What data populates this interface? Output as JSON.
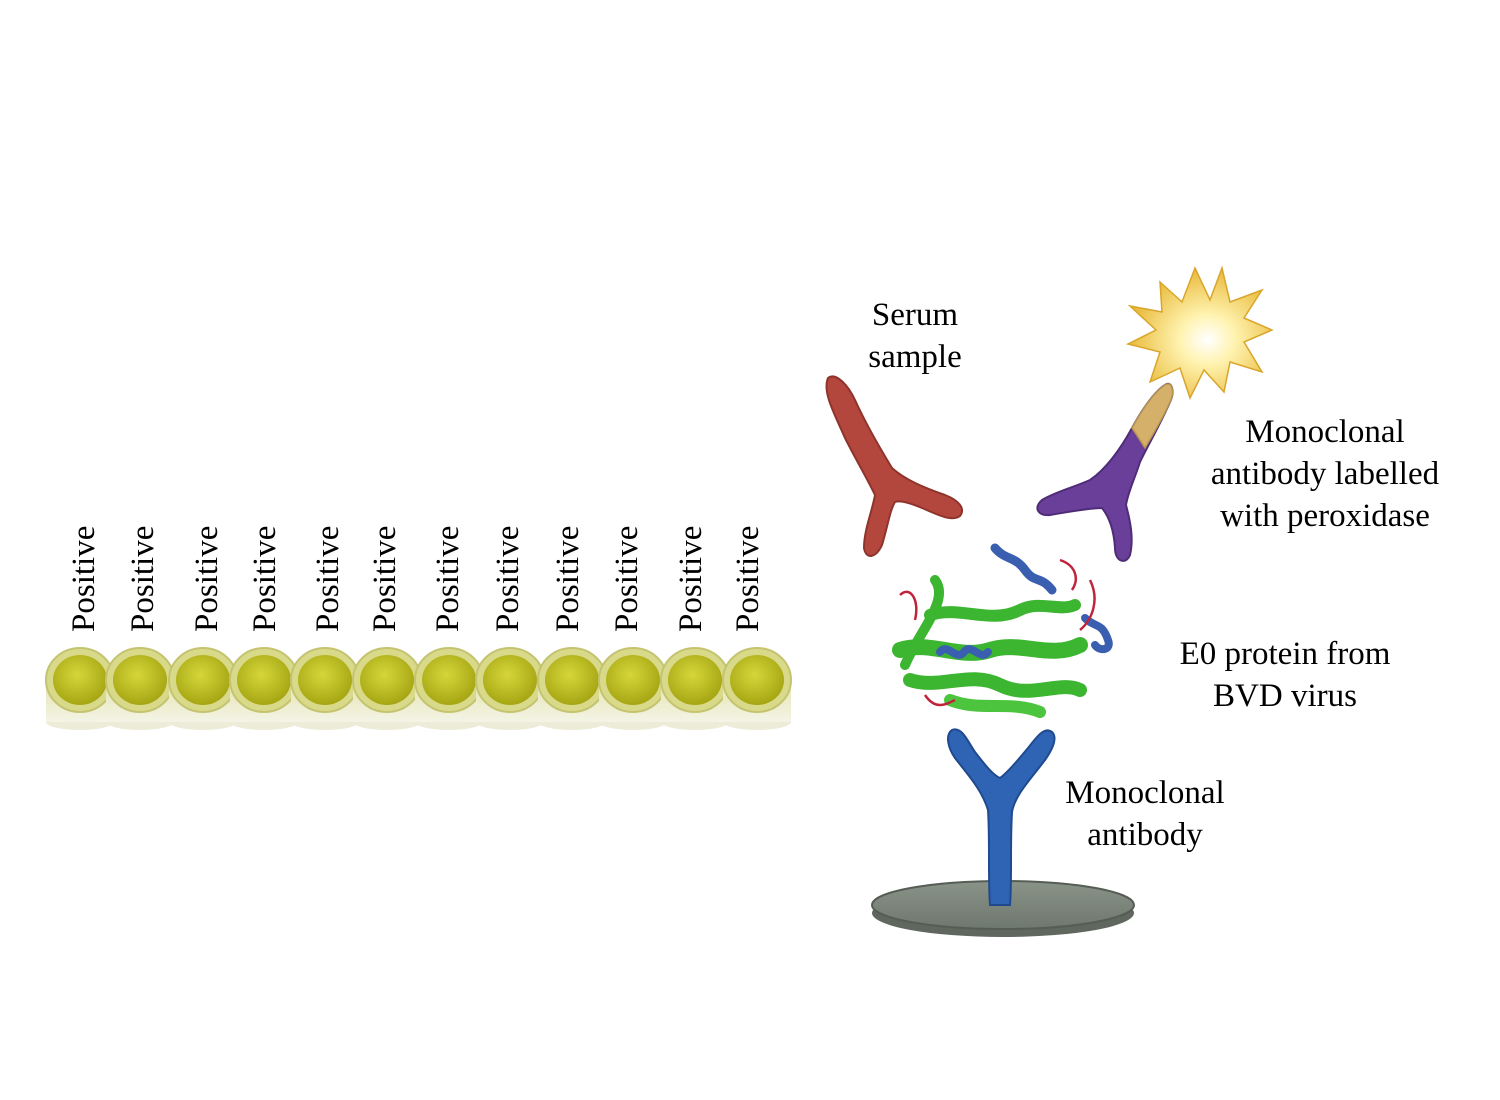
{
  "wells": {
    "fill_color": "#b8b81a",
    "labels": [
      "Positive",
      "Positive",
      "Positive",
      "Positive",
      "Positive",
      "Positive",
      "Positive",
      "Positive",
      "Positive",
      "Positive",
      "Positive",
      "Positive"
    ]
  },
  "diagram": {
    "serum_sample_label": "Serum\nsample",
    "labelled_antibody_label": "Monoclonal\nantibody labelled\nwith peroxidase",
    "protein_label": "E0 protein from\nBVD virus",
    "capture_antibody_label": "Monoclonal\nantibody",
    "colors": {
      "serum_antibody": "#b4473d",
      "labelled_antibody": "#6a3f9a",
      "peroxidase": "#f2c94c",
      "protein_strands": "#3cb531",
      "protein_helices": "#3b5fb0",
      "capture_antibody": "#2f63b4",
      "plate": "#7d867c"
    }
  }
}
